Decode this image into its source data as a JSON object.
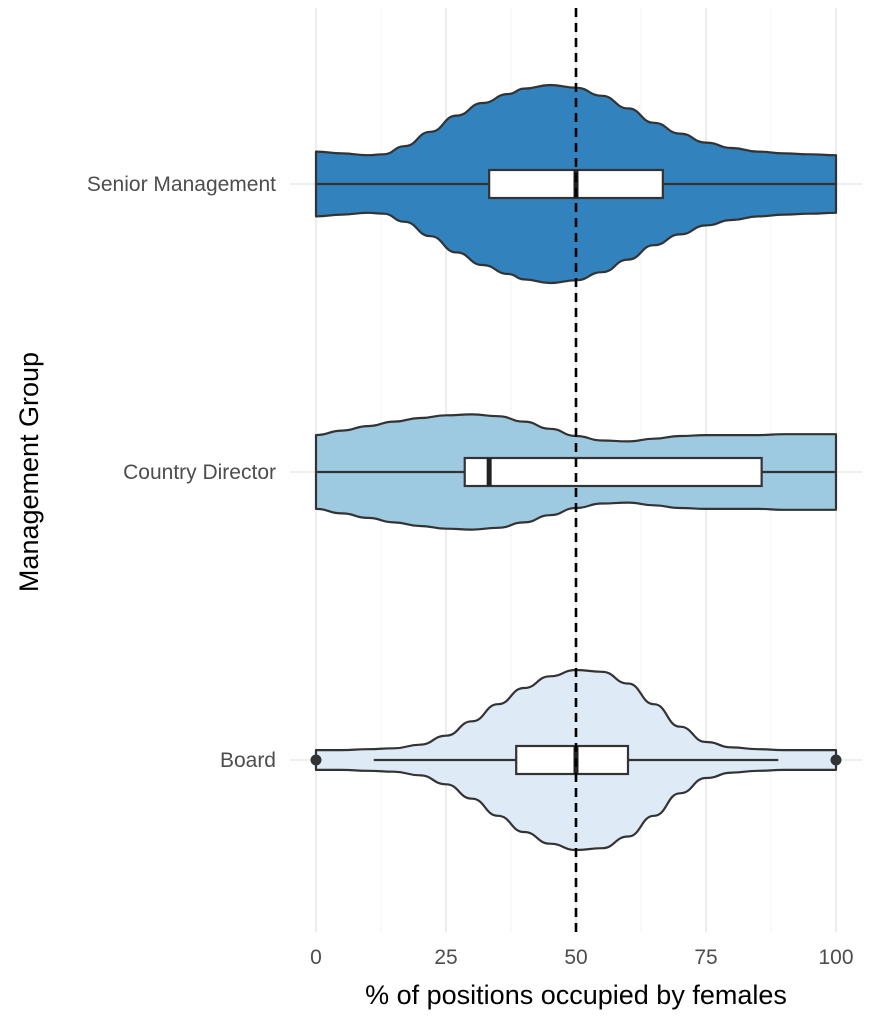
{
  "chart_data": {
    "type": "violin",
    "xlabel": "% of positions occupied by females",
    "ylabel": "Management Group",
    "xlim": [
      0,
      100
    ],
    "x_ticks": [
      0,
      25,
      50,
      75,
      100
    ],
    "grid": true,
    "reference_line": {
      "x": 50,
      "style": "dashed",
      "color": "#000000"
    },
    "categories": [
      "Senior Management",
      "Country Director",
      "Board"
    ],
    "groups": [
      {
        "category": "Senior Management",
        "fill": "#3182bd",
        "box": {
          "q1": 33.3,
          "median": 50,
          "q3": 66.7,
          "whisker_low": 0,
          "whisker_high": 100
        },
        "outliers": [],
        "density": [
          [
            0,
            0.36
          ],
          [
            5,
            0.34
          ],
          [
            10,
            0.32
          ],
          [
            13,
            0.33
          ],
          [
            17,
            0.42
          ],
          [
            22,
            0.58
          ],
          [
            27,
            0.76
          ],
          [
            32,
            0.9
          ],
          [
            37,
            1.0
          ],
          [
            40,
            1.06
          ],
          [
            45,
            1.1
          ],
          [
            50,
            1.07
          ],
          [
            55,
            0.98
          ],
          [
            60,
            0.84
          ],
          [
            65,
            0.68
          ],
          [
            70,
            0.56
          ],
          [
            75,
            0.46
          ],
          [
            80,
            0.4
          ],
          [
            85,
            0.36
          ],
          [
            90,
            0.34
          ],
          [
            95,
            0.33
          ],
          [
            100,
            0.32
          ]
        ]
      },
      {
        "category": "Country Director",
        "fill": "#9ecae1",
        "box": {
          "q1": 28.6,
          "median": 33.3,
          "q3": 85.7,
          "whisker_low": 0,
          "whisker_high": 100
        },
        "outliers": [],
        "density": [
          [
            0,
            0.41
          ],
          [
            5,
            0.46
          ],
          [
            10,
            0.51
          ],
          [
            15,
            0.56
          ],
          [
            20,
            0.6
          ],
          [
            25,
            0.63
          ],
          [
            30,
            0.64
          ],
          [
            35,
            0.62
          ],
          [
            40,
            0.56
          ],
          [
            45,
            0.48
          ],
          [
            50,
            0.4
          ],
          [
            55,
            0.35
          ],
          [
            60,
            0.34
          ],
          [
            65,
            0.37
          ],
          [
            70,
            0.4
          ],
          [
            75,
            0.41
          ],
          [
            80,
            0.41
          ],
          [
            85,
            0.41
          ],
          [
            90,
            0.42
          ],
          [
            95,
            0.42
          ],
          [
            100,
            0.42
          ]
        ]
      },
      {
        "category": "Board",
        "fill": "#deebf7",
        "box": {
          "q1": 38.5,
          "median": 50,
          "q3": 60,
          "whisker_low": 11.1,
          "whisker_high": 88.9
        },
        "outliers": [
          0,
          100
        ],
        "density": [
          [
            0,
            0.11
          ],
          [
            5,
            0.11
          ],
          [
            10,
            0.12
          ],
          [
            15,
            0.13
          ],
          [
            20,
            0.17
          ],
          [
            25,
            0.27
          ],
          [
            30,
            0.43
          ],
          [
            35,
            0.62
          ],
          [
            40,
            0.8
          ],
          [
            45,
            0.93
          ],
          [
            50,
            1.0
          ],
          [
            55,
            0.98
          ],
          [
            60,
            0.85
          ],
          [
            65,
            0.62
          ],
          [
            70,
            0.37
          ],
          [
            75,
            0.2
          ],
          [
            80,
            0.14
          ],
          [
            85,
            0.12
          ],
          [
            90,
            0.11
          ],
          [
            95,
            0.11
          ],
          [
            100,
            0.11
          ]
        ]
      }
    ]
  }
}
